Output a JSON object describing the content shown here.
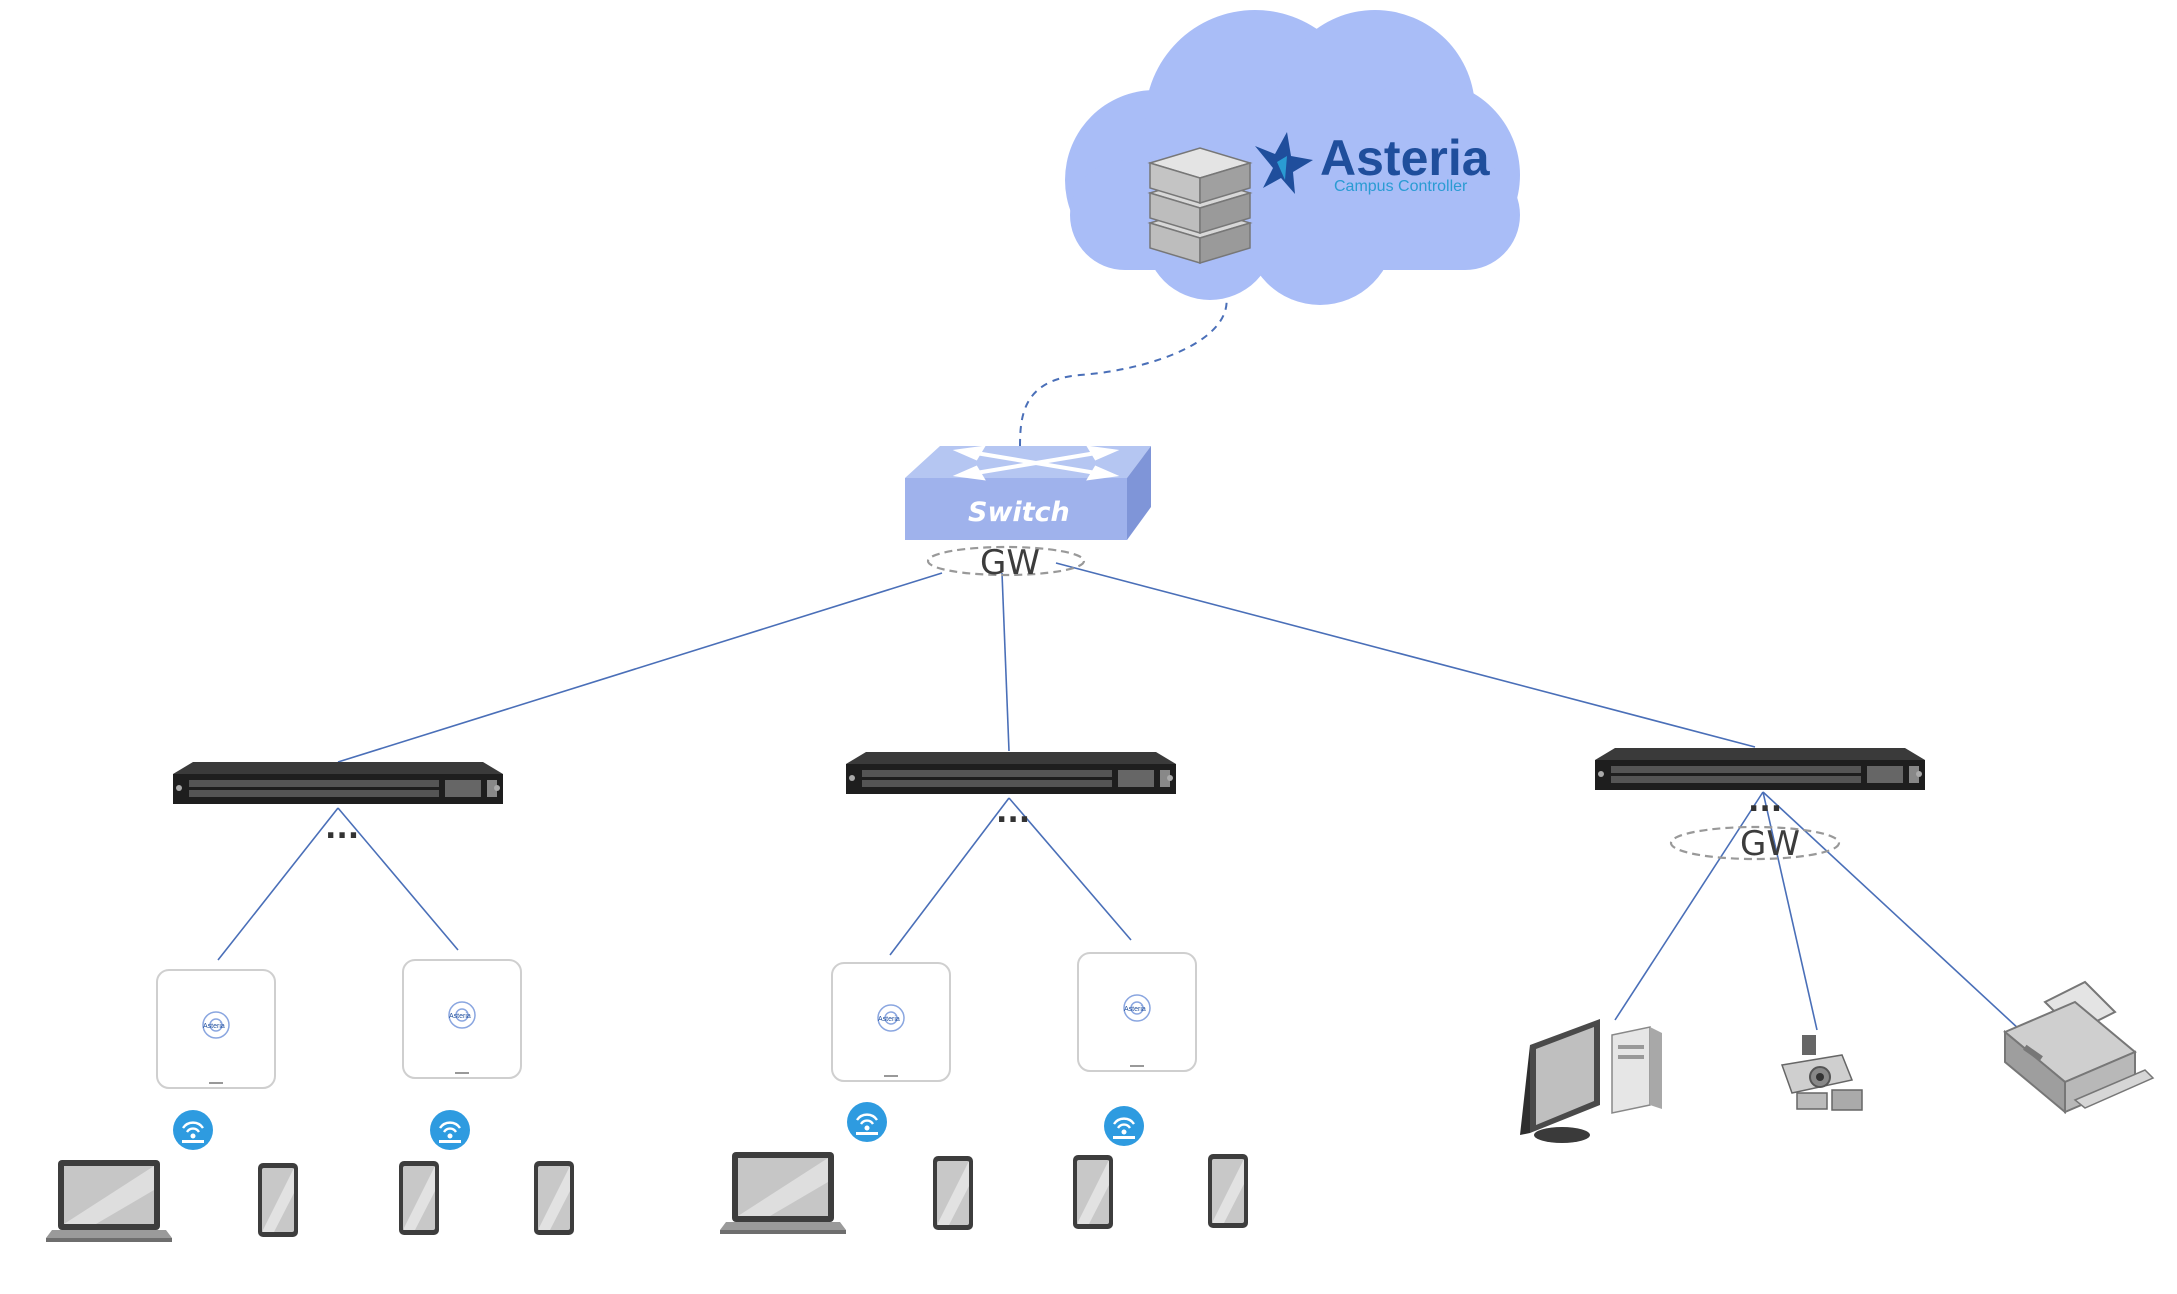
{
  "cloud": {
    "brand_name": "Asteria",
    "brand_subtitle": "Campus Controller",
    "server_icon": "server-stack-icon",
    "logo_icon": "asteria-star-logo-icon"
  },
  "core_switch": {
    "label": "Switch",
    "gateway_label": "GW",
    "icon": "network-switch-icon"
  },
  "access_switches": [
    {
      "icon": "rack-switch-icon",
      "ellipsis": "..."
    },
    {
      "icon": "rack-switch-icon",
      "ellipsis": "..."
    },
    {
      "icon": "rack-switch-icon",
      "ellipsis": "...",
      "gateway_label": "GW"
    }
  ],
  "access_points": [
    {
      "icon": "access-point-icon",
      "logo_text": "Asteria"
    },
    {
      "icon": "access-point-icon",
      "logo_text": "Asteria"
    },
    {
      "icon": "access-point-icon",
      "logo_text": "Asteria"
    },
    {
      "icon": "access-point-icon",
      "logo_text": "Asteria"
    }
  ],
  "wired_devices": [
    "desktop-computer-icon",
    "security-camera-icon",
    "printer-icon"
  ],
  "wireless_clients": [
    "laptop-icon",
    "phone-icon",
    "phone-icon",
    "phone-icon",
    "laptop-icon",
    "phone-icon",
    "phone-icon",
    "phone-icon"
  ],
  "colors": {
    "cloud": "#a9bdf7",
    "switch_top": "#b5c6f2",
    "switch_front": "#9fb2ec",
    "link": "#4a6fb8",
    "wifi_badge": "#2e9be0",
    "brand": "#1f4e9c"
  }
}
